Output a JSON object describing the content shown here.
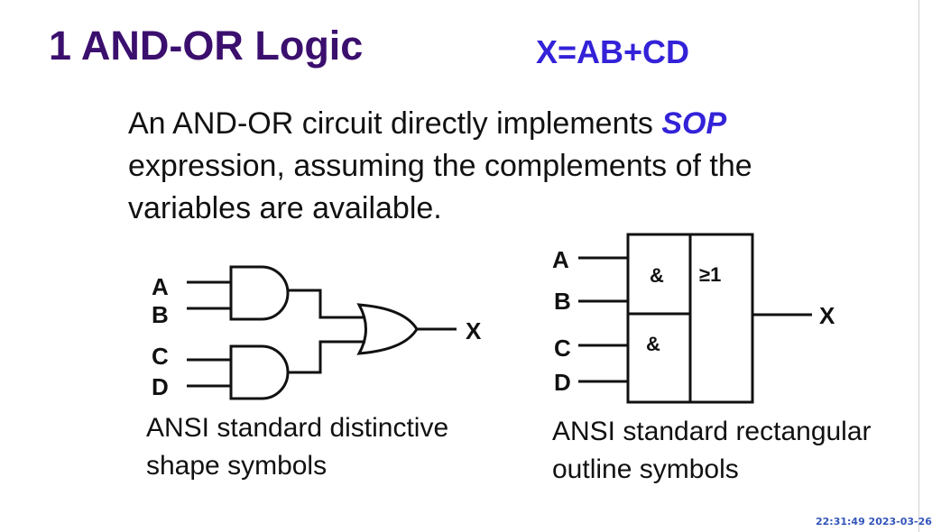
{
  "slide": {
    "title": "1 AND-OR Logic",
    "formula": "X=AB+CD",
    "body_before": "An AND-OR circuit directly implements ",
    "body_emph": "SOP",
    "body_after": " expression, assuming the complements of the variables are available.",
    "timestamp": "22:31:49 2023-03-26"
  },
  "distinctive": {
    "inputs": [
      "A",
      "B",
      "C",
      "D"
    ],
    "output": "X",
    "caption_line1": "ANSI standard distinctive",
    "caption_line2": "shape symbols"
  },
  "rectangular": {
    "inputs": [
      "A",
      "B",
      "C",
      "D"
    ],
    "output": "X",
    "and_label": "&",
    "or_label": "≥1",
    "caption_line1": "ANSI standard rectangular",
    "caption_line2": "outline symbols"
  },
  "colors": {
    "title": "#3b0f6e",
    "accent": "#3322d8",
    "timestamp": "#3355bb"
  }
}
